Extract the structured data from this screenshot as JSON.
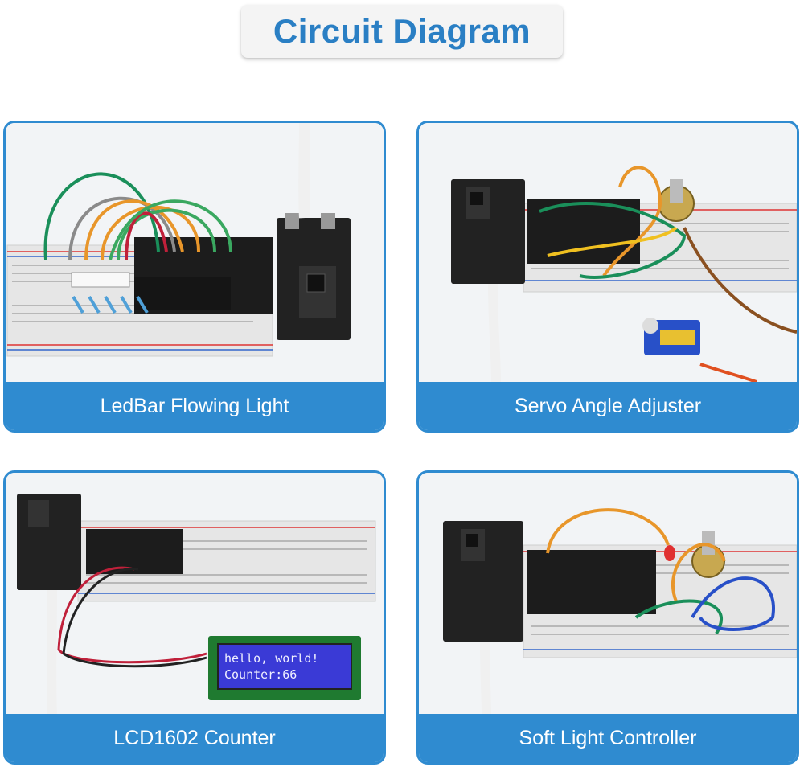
{
  "header": {
    "title": "Circuit Diagram"
  },
  "cards": [
    {
      "caption": "LedBar Flowing Light"
    },
    {
      "caption": "Servo Angle Adjuster"
    },
    {
      "caption": "LCD1602 Counter",
      "lcd_line1": "hello, world!",
      "lcd_line2": "Counter:66"
    },
    {
      "caption": "Soft Light Controller"
    }
  ],
  "colors": {
    "accent": "#2f8bd0",
    "title": "#2a7fc4",
    "lcd": "#3a3ad6",
    "pcb": "#1d1d1d"
  }
}
